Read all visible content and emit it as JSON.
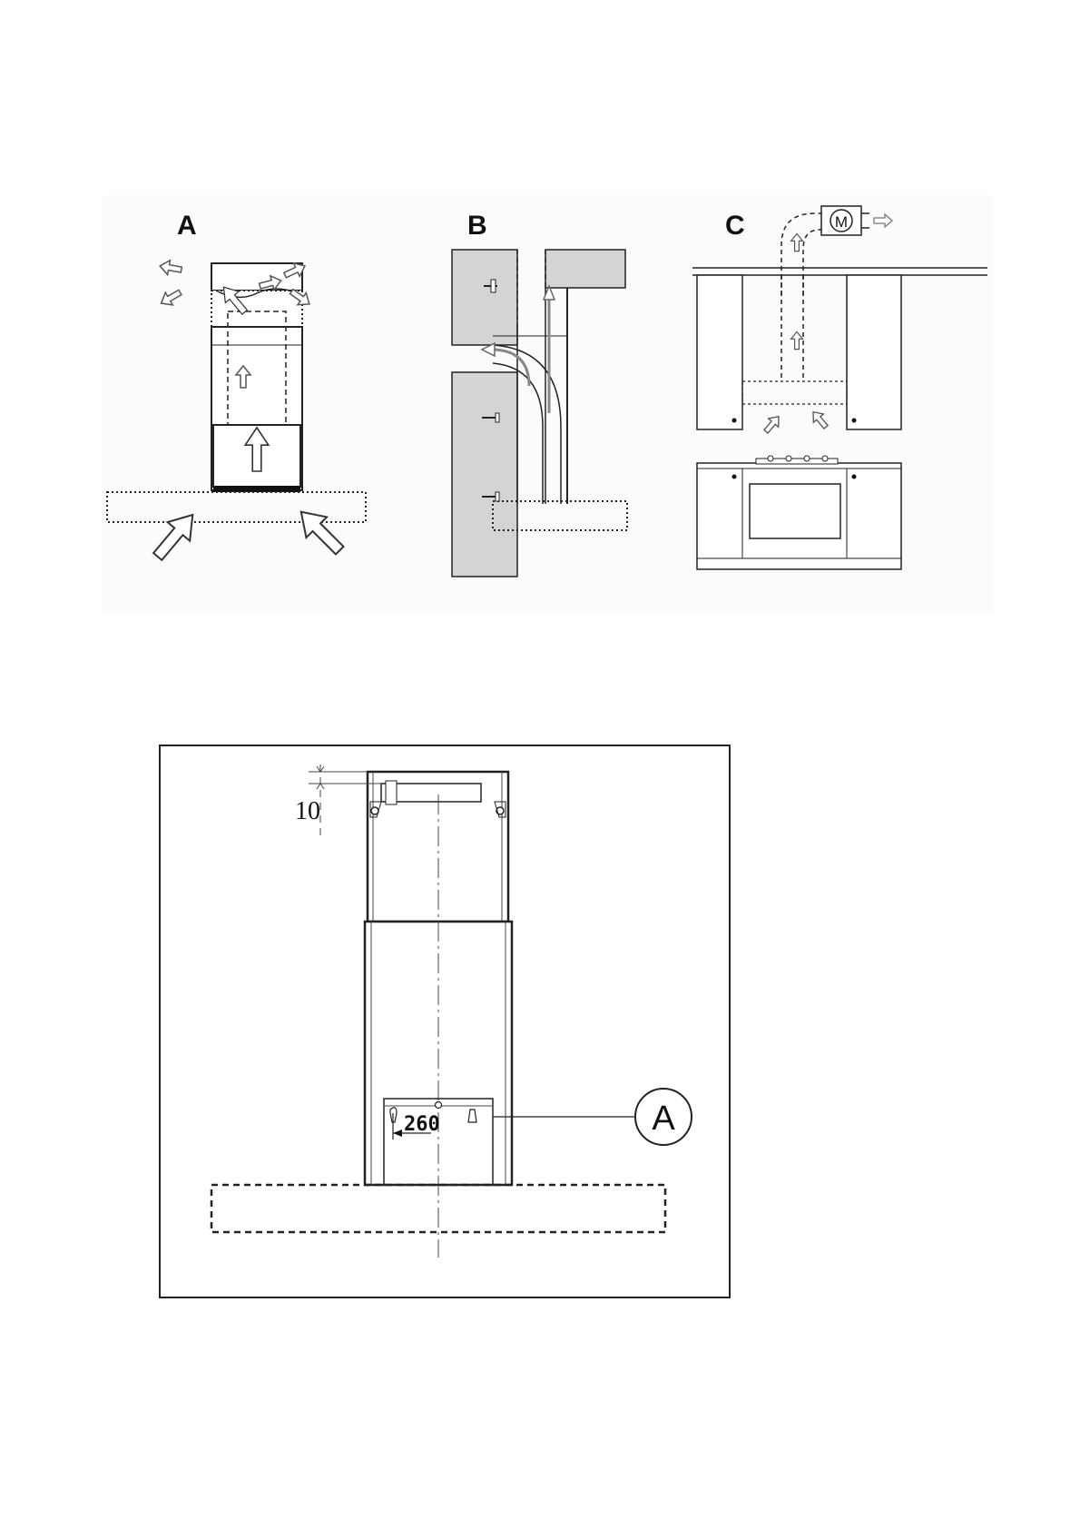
{
  "panels": [
    {
      "letter": "A"
    },
    {
      "letter": "B"
    },
    {
      "letter": "C"
    }
  ],
  "motor_label": "M",
  "installation": {
    "dimension_top": "10",
    "dimension_holes": "260",
    "callout_label": "A"
  },
  "colors": {
    "wall_fill": "#d4d4d4",
    "line": "#222222",
    "arrow_fill": "#ffffff",
    "top_panel_bg": "#fbfbfb"
  }
}
